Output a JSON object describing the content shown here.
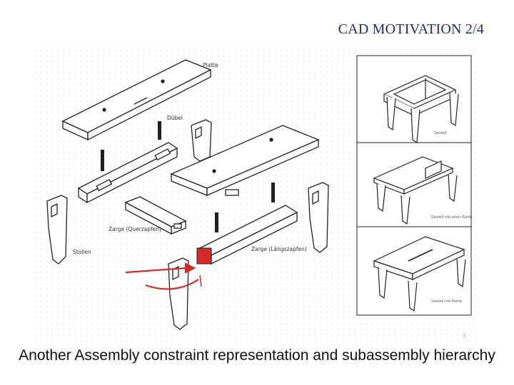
{
  "slide": {
    "title": "CAD MOTIVATION 2/4",
    "caption": "Another Assembly constraint representation and subassembly hierarchy"
  },
  "figure": {
    "labels": {
      "platte": "Platte",
      "duebel": "Dübel",
      "zarge_quer": "Zarge (Querzapfen)",
      "zarge_laengs": "Zarge (Längszapfen)",
      "stollen": "Stollen"
    },
    "panel_captions": [
      "Gestell",
      "Gestell mit einer Platte",
      "Gestell mit Platte"
    ],
    "page_number": "5"
  },
  "colors": {
    "title": "#1f2f5c",
    "highlight": "#d42a2a",
    "arrow": "#d42a2a"
  }
}
